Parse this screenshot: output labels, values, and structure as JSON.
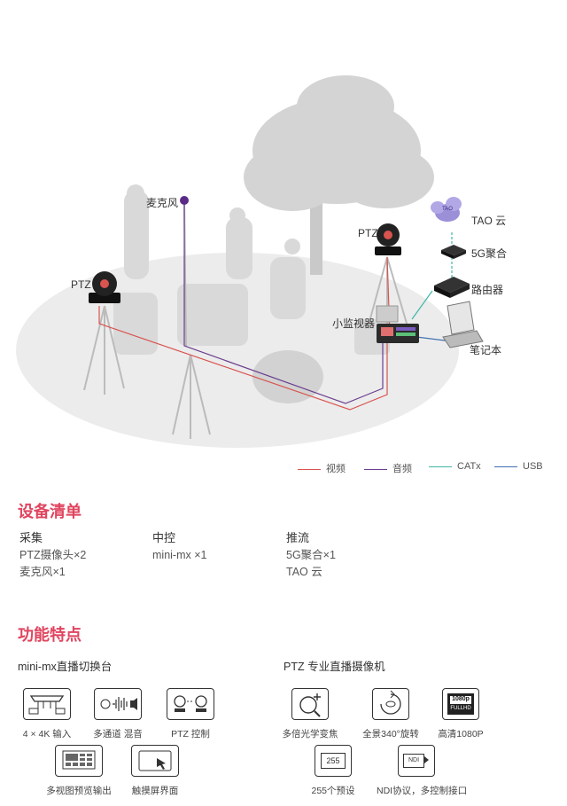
{
  "diagram": {
    "labels": {
      "tao": "TAO 云",
      "agg5g": "5G聚合",
      "router": "路由器",
      "laptop": "笔记本",
      "monitor": "小监视器",
      "mic": "麦克风",
      "ptz_left": "PTZ",
      "ptz_right": "PTZ"
    },
    "legend": [
      {
        "label": "视频",
        "color": "#d9534f"
      },
      {
        "label": "音频",
        "color": "#6b3f8f"
      },
      {
        "label": "CATx",
        "color": "#3fb7a8"
      },
      {
        "label": "USB",
        "color": "#3e6fb0"
      }
    ]
  },
  "equipment": {
    "title": "设备清单",
    "columns": [
      {
        "heading": "采集",
        "items": [
          "PTZ摄像头×2",
          "麦克风×1"
        ]
      },
      {
        "heading": "中控",
        "items": [
          "mini-mx ×1"
        ]
      },
      {
        "heading": "推流",
        "items": [
          "5G聚合×1",
          "TAO 云"
        ]
      }
    ]
  },
  "features": {
    "title": "功能特点",
    "groups": [
      {
        "heading": "mini-mx直播切换台",
        "items": [
          {
            "label": "4 × 4K 输入",
            "icon": "hdmi-inputs-icon"
          },
          {
            "label": "多通道 混音",
            "icon": "audio-mix-icon"
          },
          {
            "label": "PTZ 控制",
            "icon": "ptz-control-icon"
          },
          {
            "label": "多视图预览输出",
            "icon": "multiview-icon"
          },
          {
            "label": "触摸屏界面",
            "icon": "touchscreen-icon"
          }
        ]
      },
      {
        "heading": "PTZ 专业直播摄像机",
        "items": [
          {
            "label": "多倍光学变焦",
            "icon": "optical-zoom-icon"
          },
          {
            "label": "全景340°旋转",
            "icon": "rotation-icon"
          },
          {
            "label": "高清1080P",
            "icon": "fullhd-icon"
          },
          {
            "label": "255个预设",
            "icon": "presets-icon"
          },
          {
            "label": "NDI协议，多控制接口",
            "icon": "ndi-icon"
          }
        ]
      }
    ],
    "badges": {
      "presets_number": "255",
      "fullhd_top": "1080p",
      "fullhd_bottom": "FULLHD",
      "ndi": "NDI"
    }
  }
}
